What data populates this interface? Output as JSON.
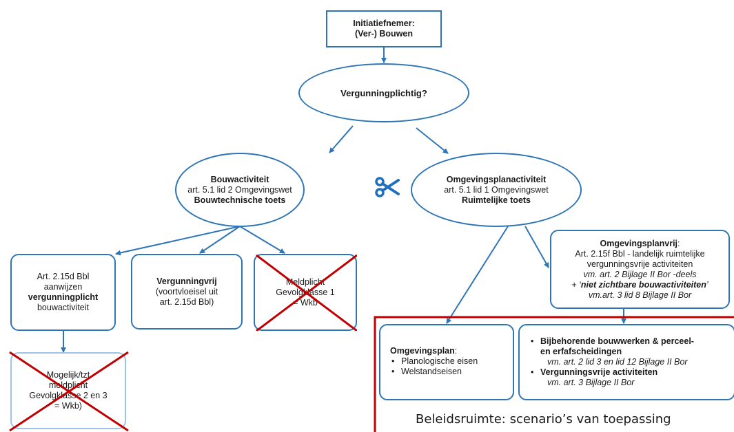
{
  "nodes": {
    "initiatiefnemer": {
      "line1": "Initiatiefnemer:",
      "line2": "(Ver-) Bouwen"
    },
    "vergunningplichtig": {
      "label": "Vergunningplichtig?"
    },
    "bouwactiviteit": {
      "title": "Bouwactiviteit",
      "sub": "art. 5.1 lid 2 Omgevingswet",
      "toets": "Bouwtechnische toets"
    },
    "omgevingsplanactiviteit": {
      "title": "Omgevingsplanactiviteit",
      "sub": "art. 5.1 lid 1 Omgevingswet",
      "toets": "Ruimtelijke toets"
    },
    "aanwijzen": {
      "line1": "Art. 2.15d Bbl",
      "line2": "aanwijzen",
      "bold": "vergunningplicht",
      "line4": "bouwactiviteit"
    },
    "vergunningvrij": {
      "title": "Vergunningvrij",
      "line2": "(voortvloeisel uit",
      "line3": "art. 2.15d Bbl)"
    },
    "meldplicht": {
      "line1": "Meldplicht",
      "line2": "Gevolgklasse 1",
      "line3": "= Wkb"
    },
    "mogelijk": {
      "line1": "Mogelijk/tzt",
      "line2": "meldplicht",
      "line3": "Gevolgklasse 2 en 3",
      "line4": "= Wkb)"
    },
    "omgevingsplanvrij": {
      "title": "Omgevingsplanvrij",
      "title_suffix": ":",
      "line2": "Art. 2.15f Bbl - landelijk ruimtelijke",
      "line3": "vergunningsvrije activiteiten",
      "line4": "vm. art. 2 Bijlage II Bor -deels",
      "line5_prefix": "+ ‘",
      "line5_bold": "niet zichtbare bouwactiviteiten",
      "line5_suffix": "’",
      "line6": "vm.art. 3 lid 8 Bijlage II Bor"
    },
    "omgevingsplan": {
      "title": "Omgevingsplan",
      "title_suffix": ":",
      "items": [
        "Planologische eisen",
        "Welstandseisen"
      ]
    },
    "bijbehorende": {
      "item1_bold_a": "Bijbehorende bouwwerken & perceel-",
      "item1_bold_b": "en erfafscheidingen",
      "item1_italic": "vm. art. 2 lid 3 en lid 12 Bijlage II Bor",
      "item2_bold": "Vergunningsvrije activiteiten",
      "item2_italic": "vm. art. 3 Bijlage II Bor"
    }
  },
  "footer": {
    "label": "Beleidsruimte: scenario’s van toepassing"
  },
  "colors": {
    "line": "#2e75b6",
    "cross": "#c00000",
    "frame": "#c00000",
    "scissors": "#1f6fbf",
    "faded_border": "#9dc3e6"
  },
  "icons": {
    "separator": "scissors-icon",
    "strike": "cross-mark"
  }
}
